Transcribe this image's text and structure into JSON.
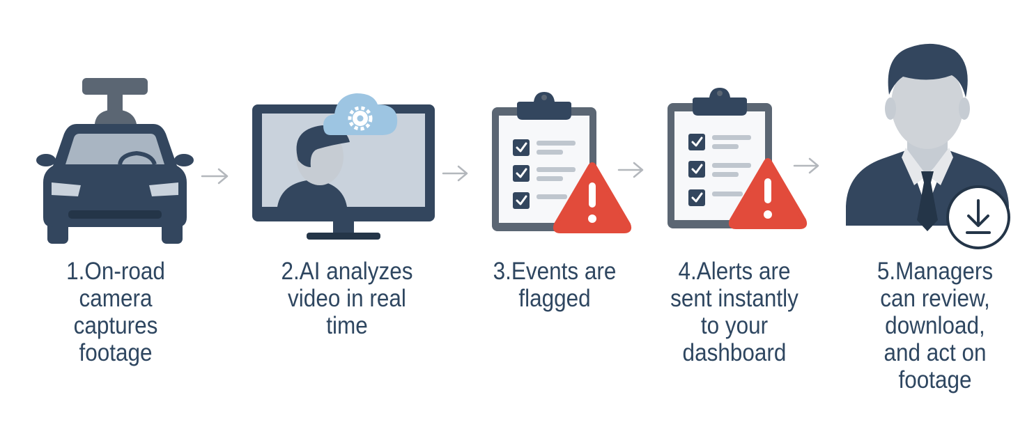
{
  "colors": {
    "navy": "#33465e",
    "navy_dark": "#243548",
    "slate": "#5b6673",
    "screen": "#c9d2dc",
    "window": "#a9b5c2",
    "cloud": "#9dc5e2",
    "paper": "#f7f8fa",
    "alert_red": "#e24b3b",
    "person_gray": "#cfd3d8",
    "arrow_gray": "#b3b7bc",
    "text": "#2e4660"
  },
  "steps": [
    {
      "label": "1.On-road\ncamera\ncaptures\nfootage",
      "icon": "car-dashcam-icon"
    },
    {
      "label": "2.AI analyzes\nvideo in real\ntime",
      "icon": "monitor-ai-cloud-icon"
    },
    {
      "label": "3.Events are\nflagged",
      "icon": "checklist-alert-icon"
    },
    {
      "label": "4.Alerts are\nsent instantly\nto your\ndashboard",
      "icon": "checklist-alert-icon"
    },
    {
      "label": "5.Managers\ncan review,\ndownload,\nand act on\nfootage",
      "icon": "manager-download-icon"
    }
  ],
  "connector_icon": "arrow-right-icon"
}
